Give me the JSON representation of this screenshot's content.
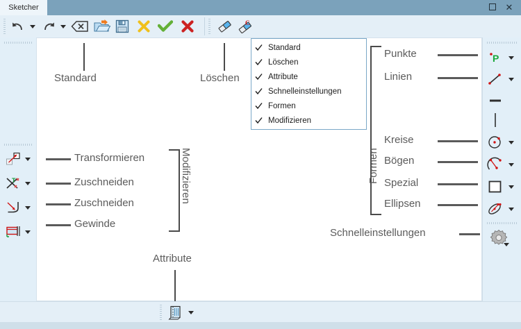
{
  "window": {
    "tab_label": "Sketcher",
    "maximize_icon": "maximize-icon",
    "close_icon": "close-icon",
    "titlebar_color": "#7ba2bb",
    "toolbar_color": "#e4eff7",
    "canvas_color": "#ffffff"
  },
  "toolbar_top": {
    "buttons": [
      {
        "name": "undo-button",
        "icon": "undo-icon"
      },
      {
        "name": "undo-dropdown",
        "icon": "caret-down-icon"
      },
      {
        "name": "redo-button",
        "icon": "redo-icon"
      },
      {
        "name": "redo-dropdown",
        "icon": "caret-down-icon"
      },
      {
        "name": "delete-button",
        "icon": "delete-x-icon"
      },
      {
        "name": "open-button",
        "icon": "open-folder-icon"
      },
      {
        "name": "save-button",
        "icon": "save-floppy-icon"
      },
      {
        "name": "cancel-button",
        "icon": "yellow-x-icon"
      },
      {
        "name": "accept-button",
        "icon": "green-check-icon"
      },
      {
        "name": "close-sketch-button",
        "icon": "red-x-icon"
      },
      {
        "name": "erase-button",
        "icon": "eraser-icon"
      },
      {
        "name": "erase-all-button",
        "icon": "eraser-clear-icon"
      }
    ]
  },
  "toolbar_left": {
    "group": "Modifizieren",
    "buttons": [
      {
        "name": "transform-button",
        "icon": "transform-icon",
        "dropdown": true
      },
      {
        "name": "trim-button",
        "icon": "trim-icon",
        "dropdown": true
      },
      {
        "name": "fillet-button",
        "icon": "fillet-icon",
        "dropdown": true
      },
      {
        "name": "thread-button",
        "icon": "thread-icon",
        "dropdown": true
      }
    ]
  },
  "toolbar_right": {
    "group": "Formen",
    "buttons": [
      {
        "name": "point-button",
        "icon": "point-icon",
        "dropdown": true
      },
      {
        "name": "line-button",
        "icon": "line-icon",
        "dropdown": true
      },
      {
        "name": "horizontal-line-button",
        "icon": "horizontal-line-icon",
        "dropdown": false
      },
      {
        "name": "vertical-line-button",
        "icon": "vertical-line-icon",
        "dropdown": false
      },
      {
        "name": "circle-button",
        "icon": "circle-icon",
        "dropdown": true
      },
      {
        "name": "arc-button",
        "icon": "arc-icon",
        "dropdown": true
      },
      {
        "name": "rectangle-button",
        "icon": "rectangle-icon",
        "dropdown": true
      },
      {
        "name": "ellipse-button",
        "icon": "ellipse-icon",
        "dropdown": true
      },
      {
        "name": "quicksettings-button",
        "icon": "gear-icon",
        "dropdown": true
      }
    ]
  },
  "toolbar_bottom": {
    "buttons": [
      {
        "name": "attributes-button",
        "icon": "attributes-icon",
        "dropdown": true
      }
    ]
  },
  "context_menu": {
    "items": [
      {
        "label": "Standard",
        "checked": true
      },
      {
        "label": "Löschen",
        "checked": true
      },
      {
        "label": "Attribute",
        "checked": true
      },
      {
        "label": "Schnelleinstellungen",
        "checked": true
      },
      {
        "label": "Formen",
        "checked": true
      },
      {
        "label": "Modifizieren",
        "checked": true
      }
    ]
  },
  "annotations": {
    "standard": "Standard",
    "loeschen": "Löschen",
    "attribute": "Attribute",
    "modifizieren": "Modifizieren",
    "formen": "Formen",
    "schnelleinstellungen": "Schnelleinstellungen",
    "punkte": "Punkte",
    "linien": "Linien",
    "kreise": "Kreise",
    "boegen": "Bögen",
    "spezial": "Spezial",
    "ellipsen": "Ellipsen",
    "transformieren": "Transformieren",
    "zuschneiden_1": "Zuschneiden",
    "zuschneiden_2": "Zuschneiden",
    "gewinde": "Gewinde"
  }
}
